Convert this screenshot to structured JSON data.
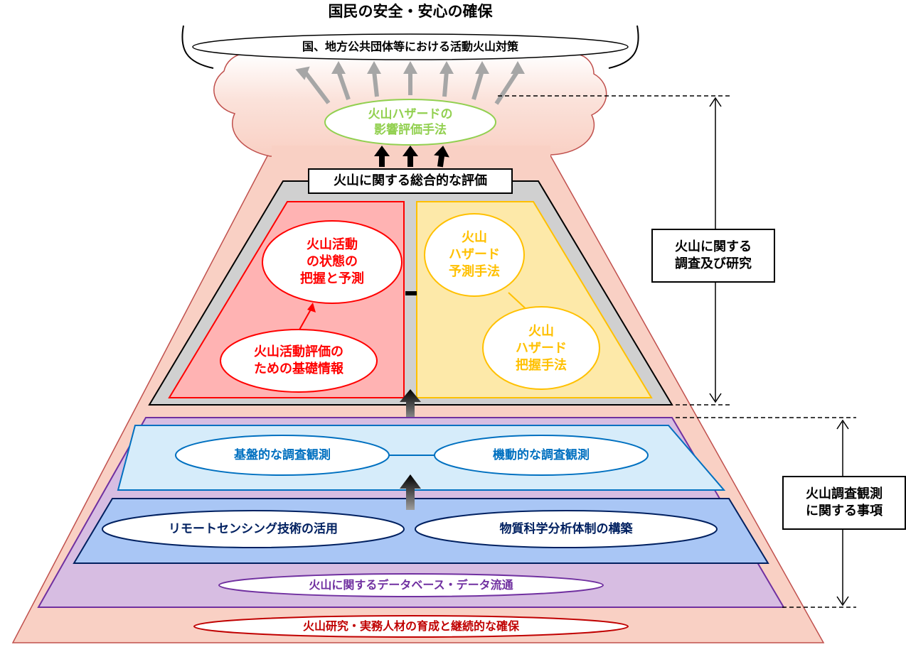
{
  "header": {
    "title": "国民の安全・安心の確保",
    "policy": "国、地方公共団体等における活動火山対策"
  },
  "plume": {
    "hazard_impact": "火山ハザードの\n影響評価手法"
  },
  "evaluation": {
    "banner": "火山に関する総合的な評価",
    "activity_state": "火山活動\nの状態の\n把握と予測",
    "activity_basis": "火山活動評価の\nための基礎情報",
    "hazard_prediction": "火山\nハザード\n予測手法",
    "hazard_grasp": "火山\nハザード\n把握手法"
  },
  "observation": {
    "basic": "基盤的な調査観測",
    "mobile": "機動的な調査観測",
    "remote_sensing": "リモートセンシング技術の活用",
    "material_science": "物質科学分析体制の構築",
    "database": "火山に関するデータベース・データ流通"
  },
  "base": {
    "human_resources": "火山研究・実務人材の育成と継続的な確保"
  },
  "side_labels": {
    "research": "火山に関する\n調査及び研究",
    "survey": "火山調査観測\nに関する事項"
  },
  "colors": {
    "mountain": "#f9d0c4",
    "activity": "#ff0000",
    "hazard": "#ffc000",
    "observation_blue": "#0070c0",
    "remote_navy": "#002060",
    "database_purple": "#7030a0",
    "hazard_impact_green": "#92d050",
    "human_resources_brown": "#c00000"
  }
}
